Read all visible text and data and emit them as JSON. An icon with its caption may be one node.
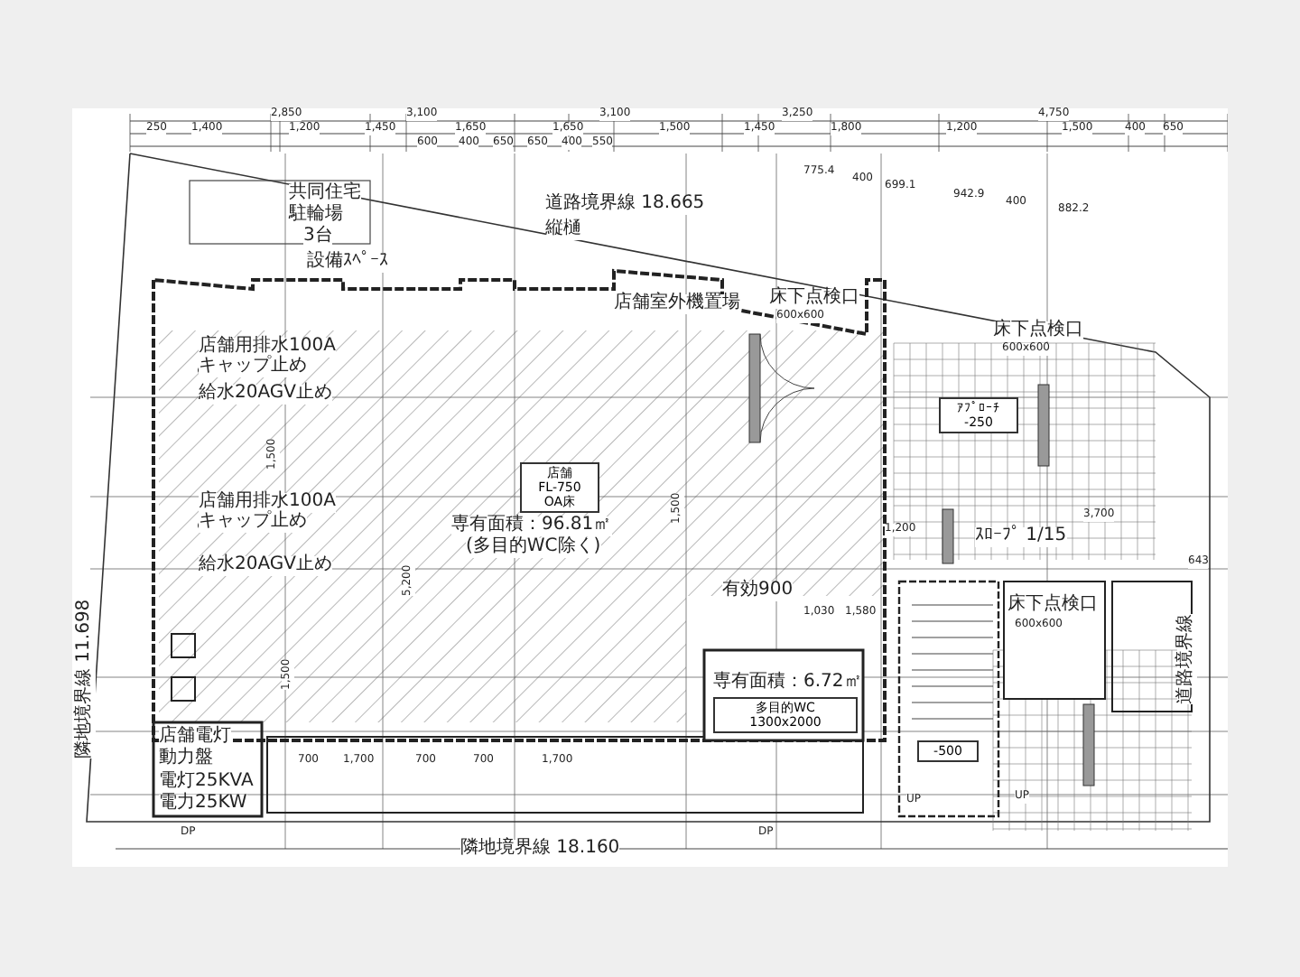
{
  "diagram": {
    "nodes": [
      {
        "text": [
          "店舗",
          "FL-750",
          "OA床"
        ]
      },
      {
        "text": [
          "ｱﾌﾟﾛｰﾁ",
          "-250"
        ]
      },
      {
        "text": [
          "多目的WC",
          "1300x2000"
        ]
      },
      {
        "text": [
          "-500"
        ]
      }
    ],
    "labels": [
      "2,850",
      "3,100",
      "3,100",
      "3,250",
      "4,750",
      "250",
      "1,400",
      "1,200",
      "1,450",
      "1,650",
      "1,650",
      "1,500",
      "1,450",
      "1,800",
      "1,200",
      "1,500",
      "400",
      "650",
      "600",
      "400",
      "650",
      "650",
      "400",
      "550",
      "775.4",
      "400",
      "699.1",
      "942.9",
      "400",
      "882.2",
      "共同住宅",
      "駐輪場",
      "3台",
      "道路境界線 18.665",
      "縦樋",
      "設備ｽﾍﾟｰｽ",
      "店舗室外機置場",
      "店舗用排水100A",
      "キャップ止め",
      "給水20AGV止め",
      "店舗用排水100A",
      "キャップ止め",
      "給水20AGV止め",
      "専有面積：96.81㎡",
      "(多目的WC除く)",
      "隣地境界線 11.698",
      "5,200",
      "1,500",
      "1,500",
      "1,500",
      "床下点検口",
      "600x600",
      "床下点検口",
      "600x600",
      "ｽﾛｰﾌﾟ 1/15",
      "1,200",
      "3,700",
      "床下点検口",
      "600x600",
      "店舗電灯",
      "動力盤",
      "電灯25KVA",
      "電力25KW",
      "700",
      "1,700",
      "700",
      "700",
      "1,700",
      "有効900",
      "1,030",
      "1,580",
      "専有面積：6.72㎡",
      "隣地境界線 18.160",
      "道路境界線",
      "643",
      "UP",
      "UP",
      "DP",
      "DP"
    ]
  }
}
